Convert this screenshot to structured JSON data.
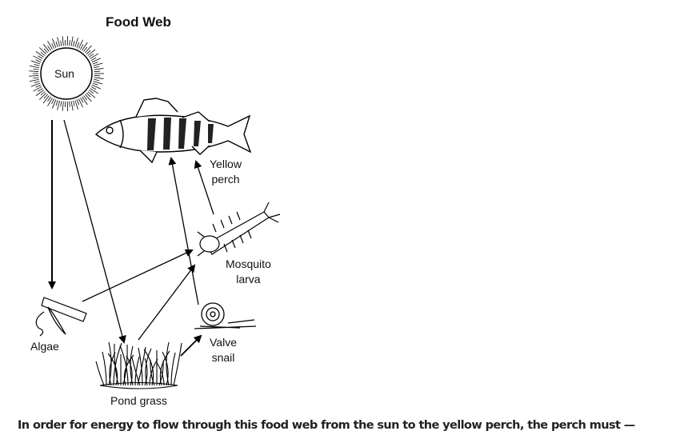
{
  "diagram": {
    "title": "Food Web",
    "organisms": {
      "sun": "Sun",
      "yellow_perch": [
        "Yellow",
        "perch"
      ],
      "mosquito_larva": [
        "Mosquito",
        "larva"
      ],
      "algae": "Algae",
      "valve_snail": [
        "Valve",
        "snail"
      ],
      "pond_grass": "Pond grass"
    }
  },
  "question": {
    "text": "In order for energy to flow through this food web from the sun to the yellow perch, the perch must —"
  }
}
